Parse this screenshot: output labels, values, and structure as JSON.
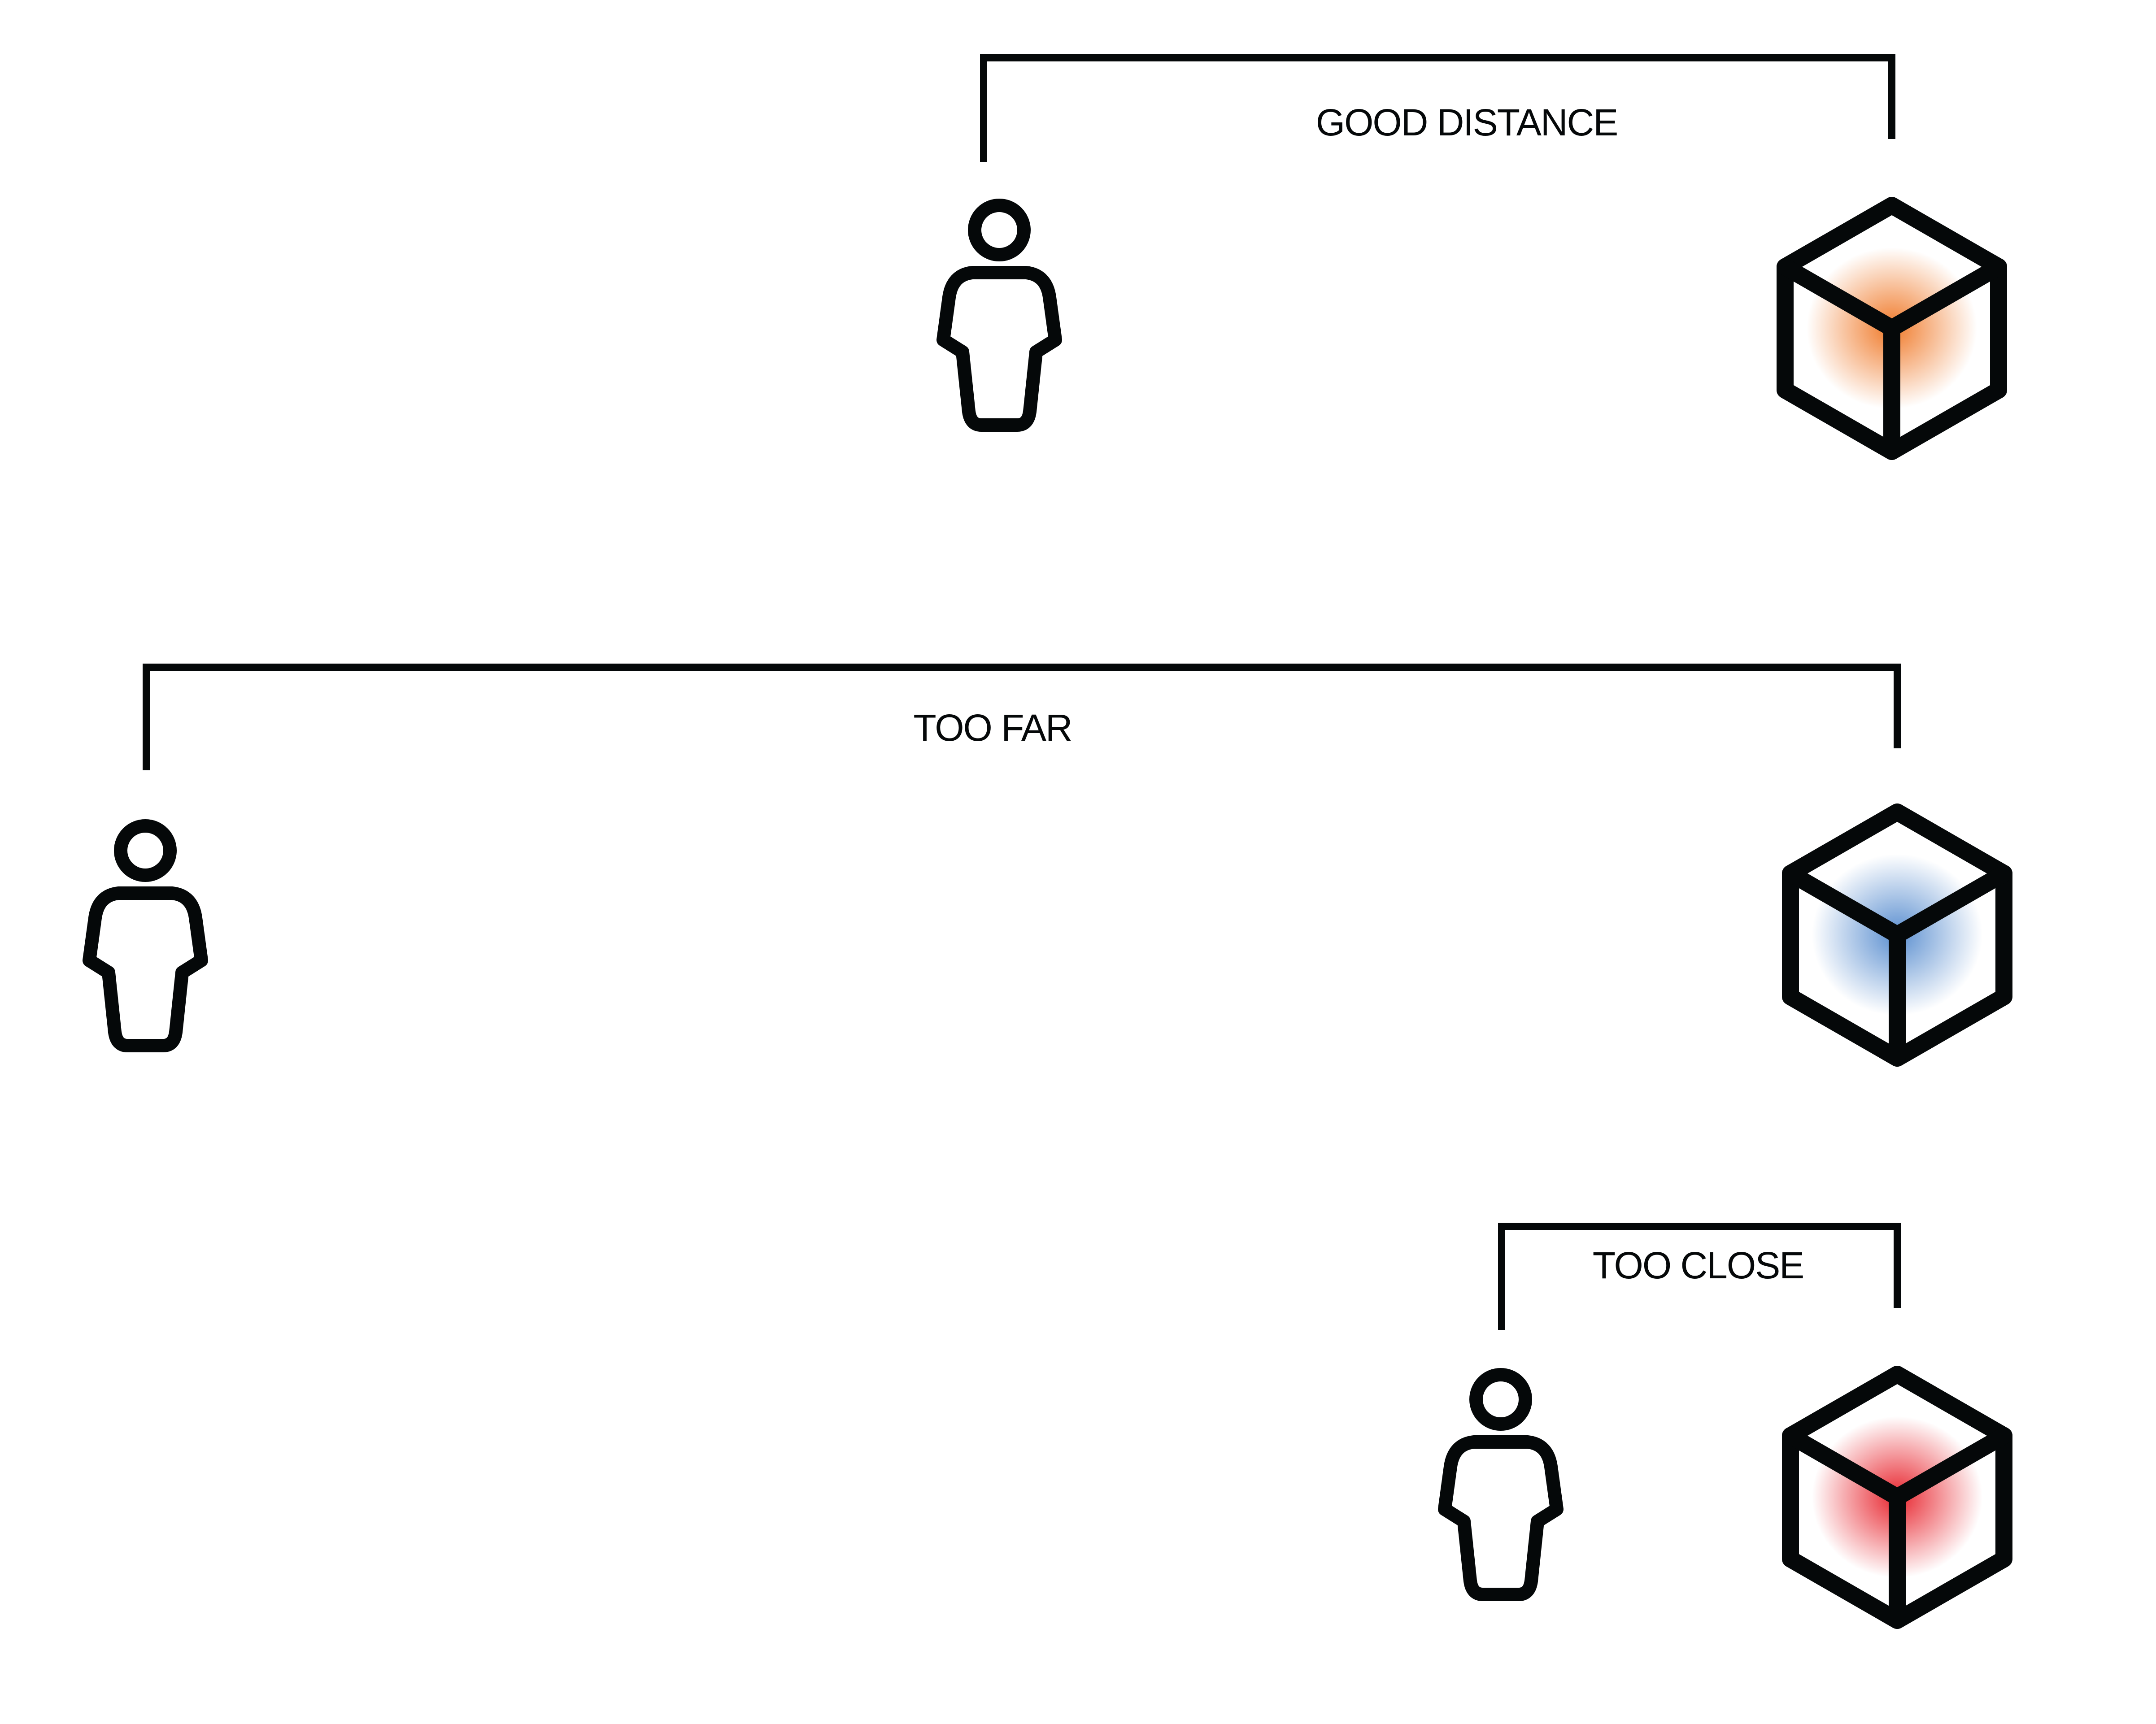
{
  "diagram": {
    "title": "Viewing distance guide",
    "scenarios": [
      {
        "id": "good",
        "label": "GOOD DISTANCE",
        "glow_color": "#f07a2a",
        "person_icon": "person-icon",
        "object_icon": "cube-icon"
      },
      {
        "id": "far",
        "label": "TOO FAR",
        "glow_color": "#5b8fd0",
        "person_icon": "person-icon",
        "object_icon": "cube-icon"
      },
      {
        "id": "close",
        "label": "TOO CLOSE",
        "glow_color": "#e8262f",
        "person_icon": "person-icon",
        "object_icon": "cube-icon"
      }
    ]
  }
}
